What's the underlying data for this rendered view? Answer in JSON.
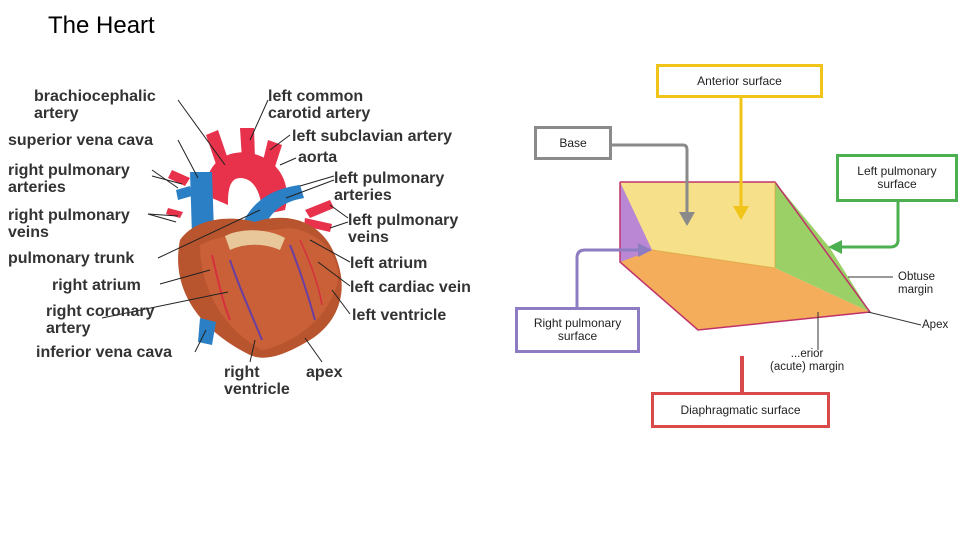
{
  "title": "The Heart",
  "heart_labels": {
    "brachiocephalic_artery": "brachiocephalic\nartery",
    "superior_vena_cava": "superior vena cava",
    "right_pulmonary_arteries": "right pulmonary\narteries",
    "right_pulmonary_veins": "right pulmonary\nveins",
    "pulmonary_trunk": "pulmonary trunk",
    "right_atrium": "right atrium",
    "right_coronary_artery": "right coronary\nartery",
    "inferior_vena_cava": "inferior vena cava",
    "right_ventricle": "right\nventricle",
    "apex": "apex",
    "left_common_carotid_artery": "left common\ncarotid artery",
    "left_subclavian_artery": "left subclavian artery",
    "aorta": "aorta",
    "left_pulmonary_arteries": "left pulmonary\narteries",
    "left_pulmonary_veins": "left pulmonary\nveins",
    "left_atrium": "left atrium",
    "left_cardiac_vein": "left cardiac vein",
    "left_ventricle": "left ventricle"
  },
  "surfaces": {
    "anterior_surface": "Anterior surface",
    "base": "Base",
    "left_pulmonary_surface": "Left pulmonary\nsurface",
    "right_pulmonary_surface": "Right pulmonary\nsurface",
    "diaphragmatic_surface": "Diaphragmatic surface",
    "obtuse_margin": "Obtuse\nmargin",
    "apex": "Apex",
    "inferior_acute_margin": "...erior\n(acute) margin"
  },
  "colors": {
    "anterior": "#f0c419",
    "base": "#8a8a8a",
    "left_pulmonary": "#4caf50",
    "right_pulmonary": "#8e7cc3",
    "diaphragmatic": "#d94b4b"
  }
}
